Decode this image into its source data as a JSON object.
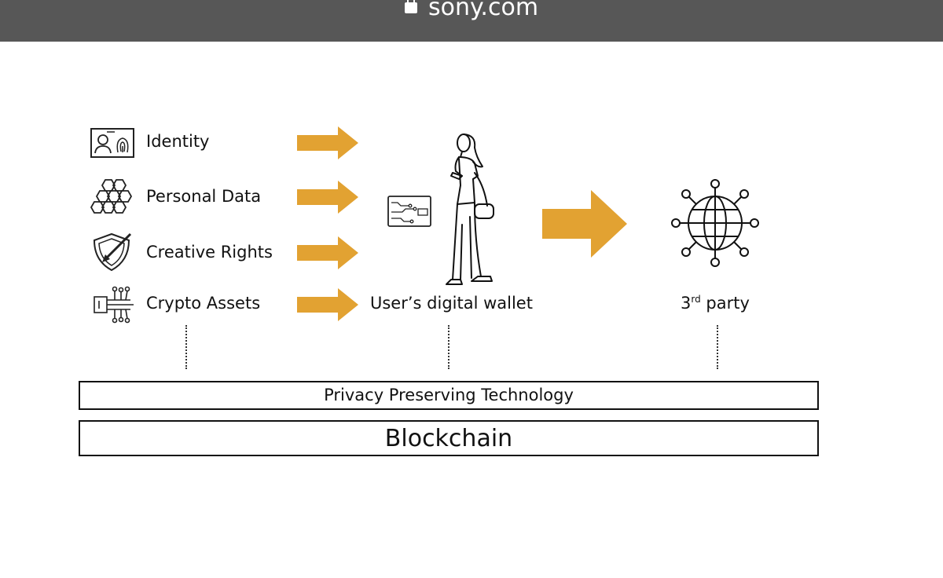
{
  "browser": {
    "domain": "sony.com",
    "lock_icon": "lock-icon"
  },
  "diagram": {
    "inputs": [
      {
        "label": "Identity",
        "icon": "id-card-fingerprint-icon"
      },
      {
        "label": "Personal Data",
        "icon": "hexagon-cluster-icon"
      },
      {
        "label": "Creative Rights",
        "icon": "shield-pen-icon"
      },
      {
        "label": "Crypto Assets",
        "icon": "circuit-chip-icon"
      }
    ],
    "wallet": {
      "label": "User’s digital wallet",
      "icons": [
        "wallet-card-icon",
        "person-icon"
      ]
    },
    "third_party": {
      "label_main": "3",
      "label_sup": "rd",
      "label_rest": " party",
      "icon": "globe-network-icon"
    },
    "layers": {
      "privacy": "Privacy Preserving Technology",
      "blockchain": "Blockchain"
    },
    "arrow_color": "#E2A232"
  }
}
